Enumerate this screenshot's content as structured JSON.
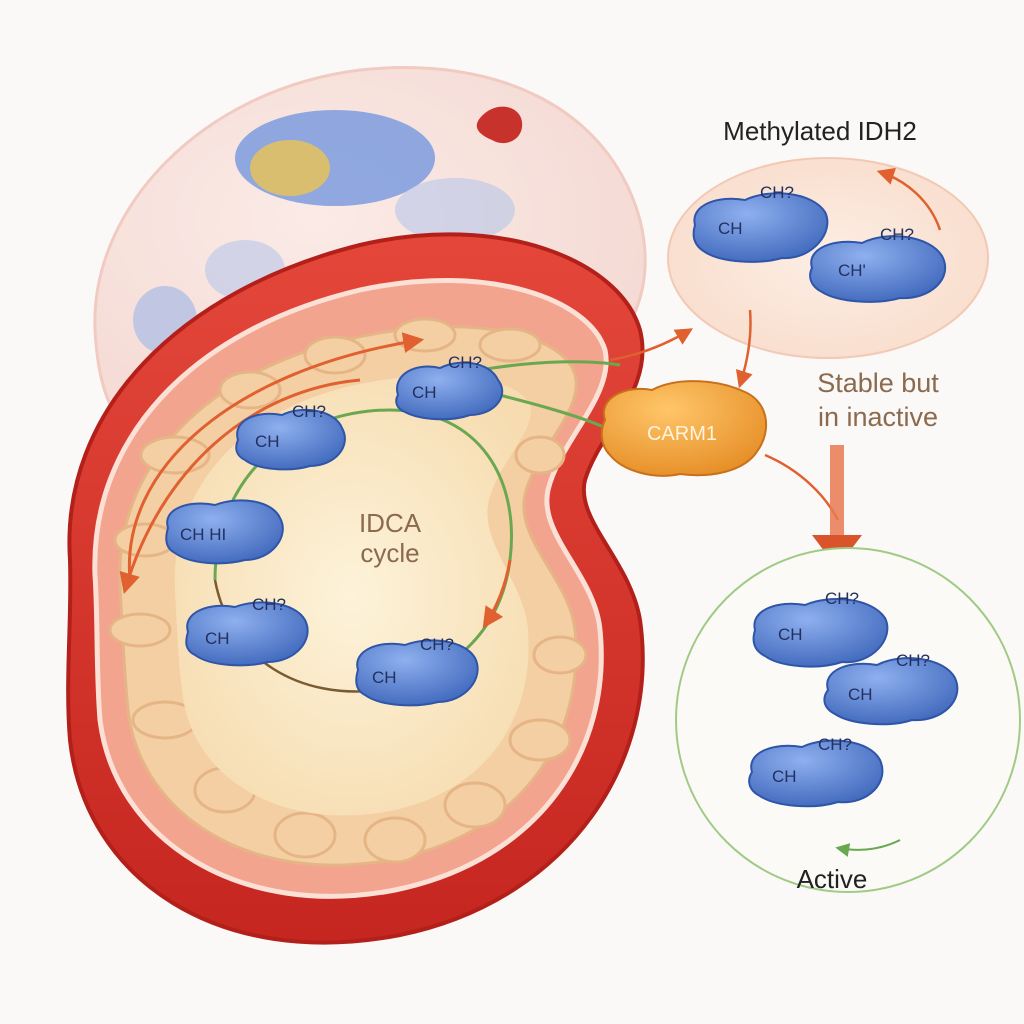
{
  "labels": {
    "methylated_title": "Methylated IDH2",
    "stable_line1": "Stable but",
    "stable_line2": "in inactive",
    "carm1": "CARM1",
    "cycle_line1": "IDCA",
    "cycle_line2": "cycle",
    "active": "Active"
  },
  "protein_labels": {
    "mito_1": {
      "top": "CH?",
      "left": "CH"
    },
    "mito_2": {
      "top": "CH?",
      "left": "CH"
    },
    "mito_3": {
      "top": "",
      "left": "CH  HI"
    },
    "mito_4": {
      "top": "CH?",
      "left": "CH"
    },
    "mito_5": {
      "top": "CH?",
      "left": "CH"
    },
    "methyl_1": {
      "top": "CH?",
      "left": "CH"
    },
    "methyl_2": {
      "top": "CH?",
      "left": "CH'"
    },
    "active_1": {
      "top": "CH?",
      "left": "CH"
    },
    "active_2": {
      "top": "CH?",
      "left": "CH"
    },
    "active_3": {
      "top": "CH?",
      "left": "CH"
    }
  },
  "colors": {
    "mito_outer": "#d8302a",
    "mito_inner": "#f3c9a0",
    "matrix": "#fbeccb",
    "protein": "#4d78cc",
    "carm1": "#f0a030",
    "arrow_orange": "#e06030",
    "green_path": "#6aa84f",
    "inactive_text": "#8b6a4e"
  }
}
